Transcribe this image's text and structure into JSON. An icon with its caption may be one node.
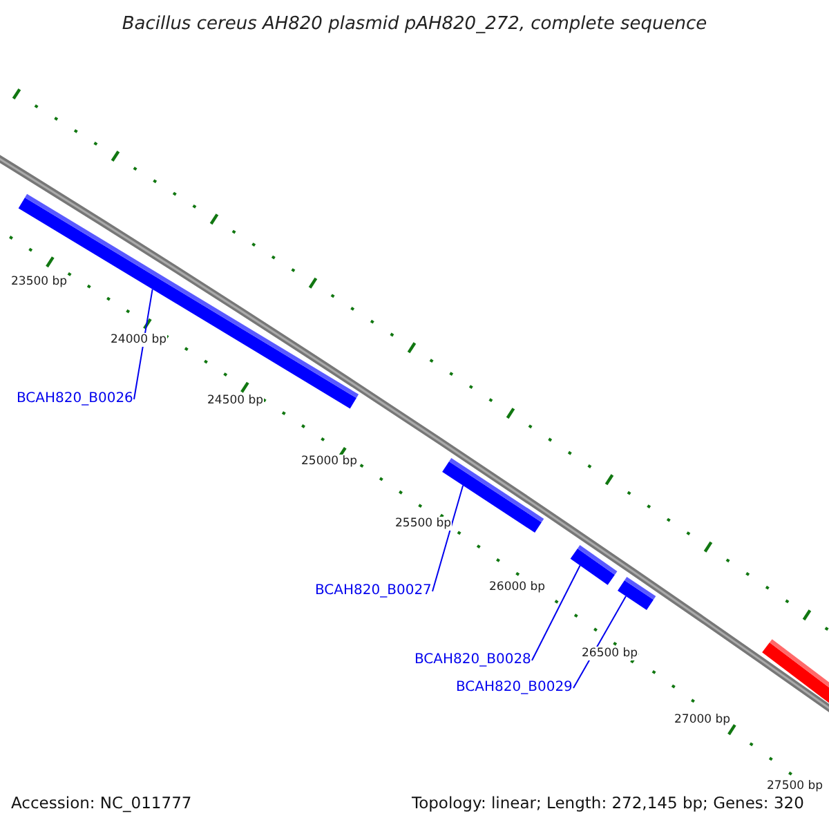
{
  "diagram": {
    "title": "Bacillus cereus AH820 plasmid pAH820_272, complete sequence",
    "nodes": [
      {
        "text": [
          "BCAH820_B0026"
        ]
      },
      {
        "text": [
          "BCAH820_B0027"
        ]
      },
      {
        "text": [
          "BCAH820_B0028"
        ]
      },
      {
        "text": [
          "BCAH820_B0029"
        ]
      },
      {
        "text": [],
        "shape": "bar"
      },
      {
        "text": [],
        "shape": "bar"
      },
      {
        "text": [],
        "shape": "bar"
      },
      {
        "text": [],
        "shape": "bar"
      },
      {
        "text": [],
        "shape": "bar"
      }
    ],
    "edges": [
      {
        "from": 0,
        "to": 4,
        "arrow": "none"
      },
      {
        "from": 1,
        "to": 5,
        "arrow": "none"
      },
      {
        "from": 2,
        "to": 6,
        "arrow": "none"
      },
      {
        "from": 3,
        "to": 7,
        "arrow": "none"
      }
    ],
    "labels": [
      "23500 bp",
      "24000 bp",
      "24500 bp",
      "25000 bp",
      "25500 bp",
      "26000 bp",
      "26500 bp",
      "27000 bp",
      "27500 bp",
      "Accession: NC_011777",
      "Topology: linear; Length: 272,145 bp; Genes: 320"
    ]
  }
}
